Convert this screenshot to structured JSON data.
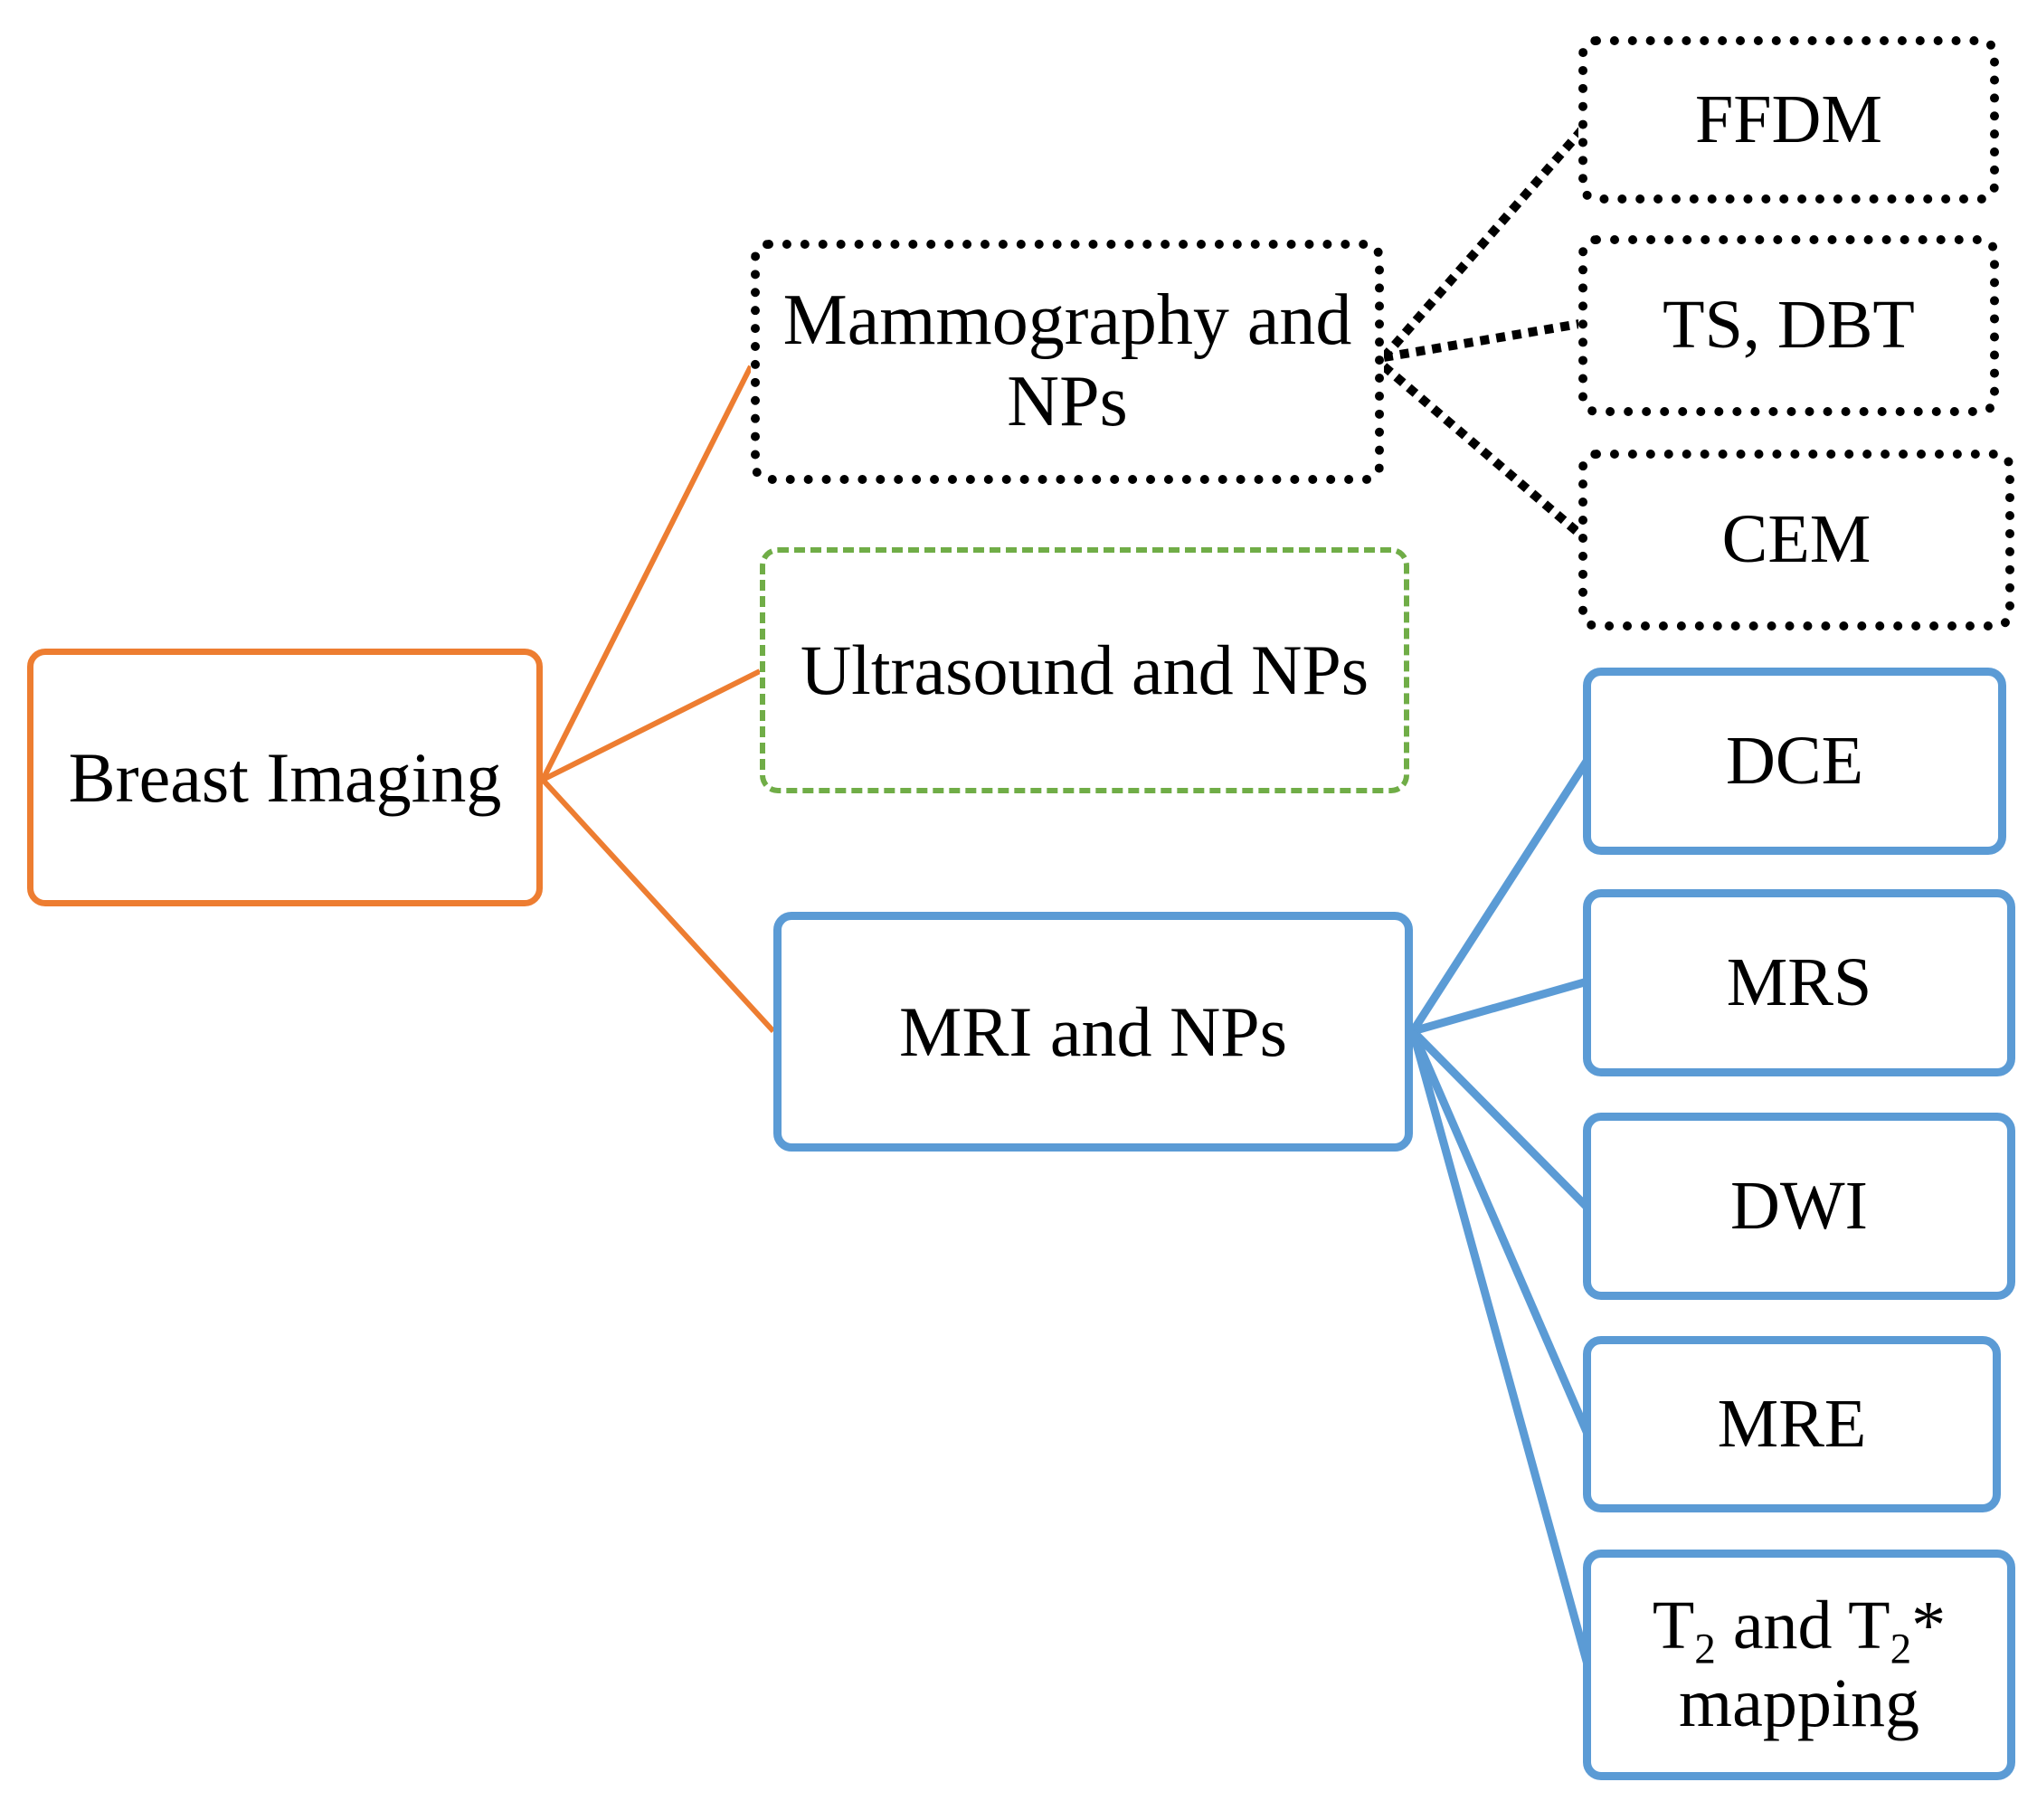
{
  "root": {
    "label": "Breast Imaging",
    "color": "#ED7D31"
  },
  "categories": [
    {
      "id": "mammography",
      "line1": "Mammography and",
      "line2": "NPs",
      "style": "dotted",
      "color": "#000000"
    },
    {
      "id": "ultrasound",
      "label": "Ultrasound and NPs",
      "style": "dashed",
      "color": "#70AD47"
    },
    {
      "id": "mri",
      "label": "MRI and NPs",
      "style": "solid",
      "color": "#5B9BD5"
    }
  ],
  "mammography_children": [
    {
      "label": "FFDM"
    },
    {
      "label": "TS, DBT"
    },
    {
      "label": "CEM"
    }
  ],
  "mri_children": [
    {
      "label": "DCE"
    },
    {
      "label": "MRS"
    },
    {
      "label": "DWI"
    },
    {
      "label": "MRE"
    }
  ],
  "mapping_node": {
    "t": "T",
    "sub": "2",
    "and": " and ",
    "t2": "T",
    "sub2": "2",
    "star": "*",
    "line2": "mapping"
  }
}
